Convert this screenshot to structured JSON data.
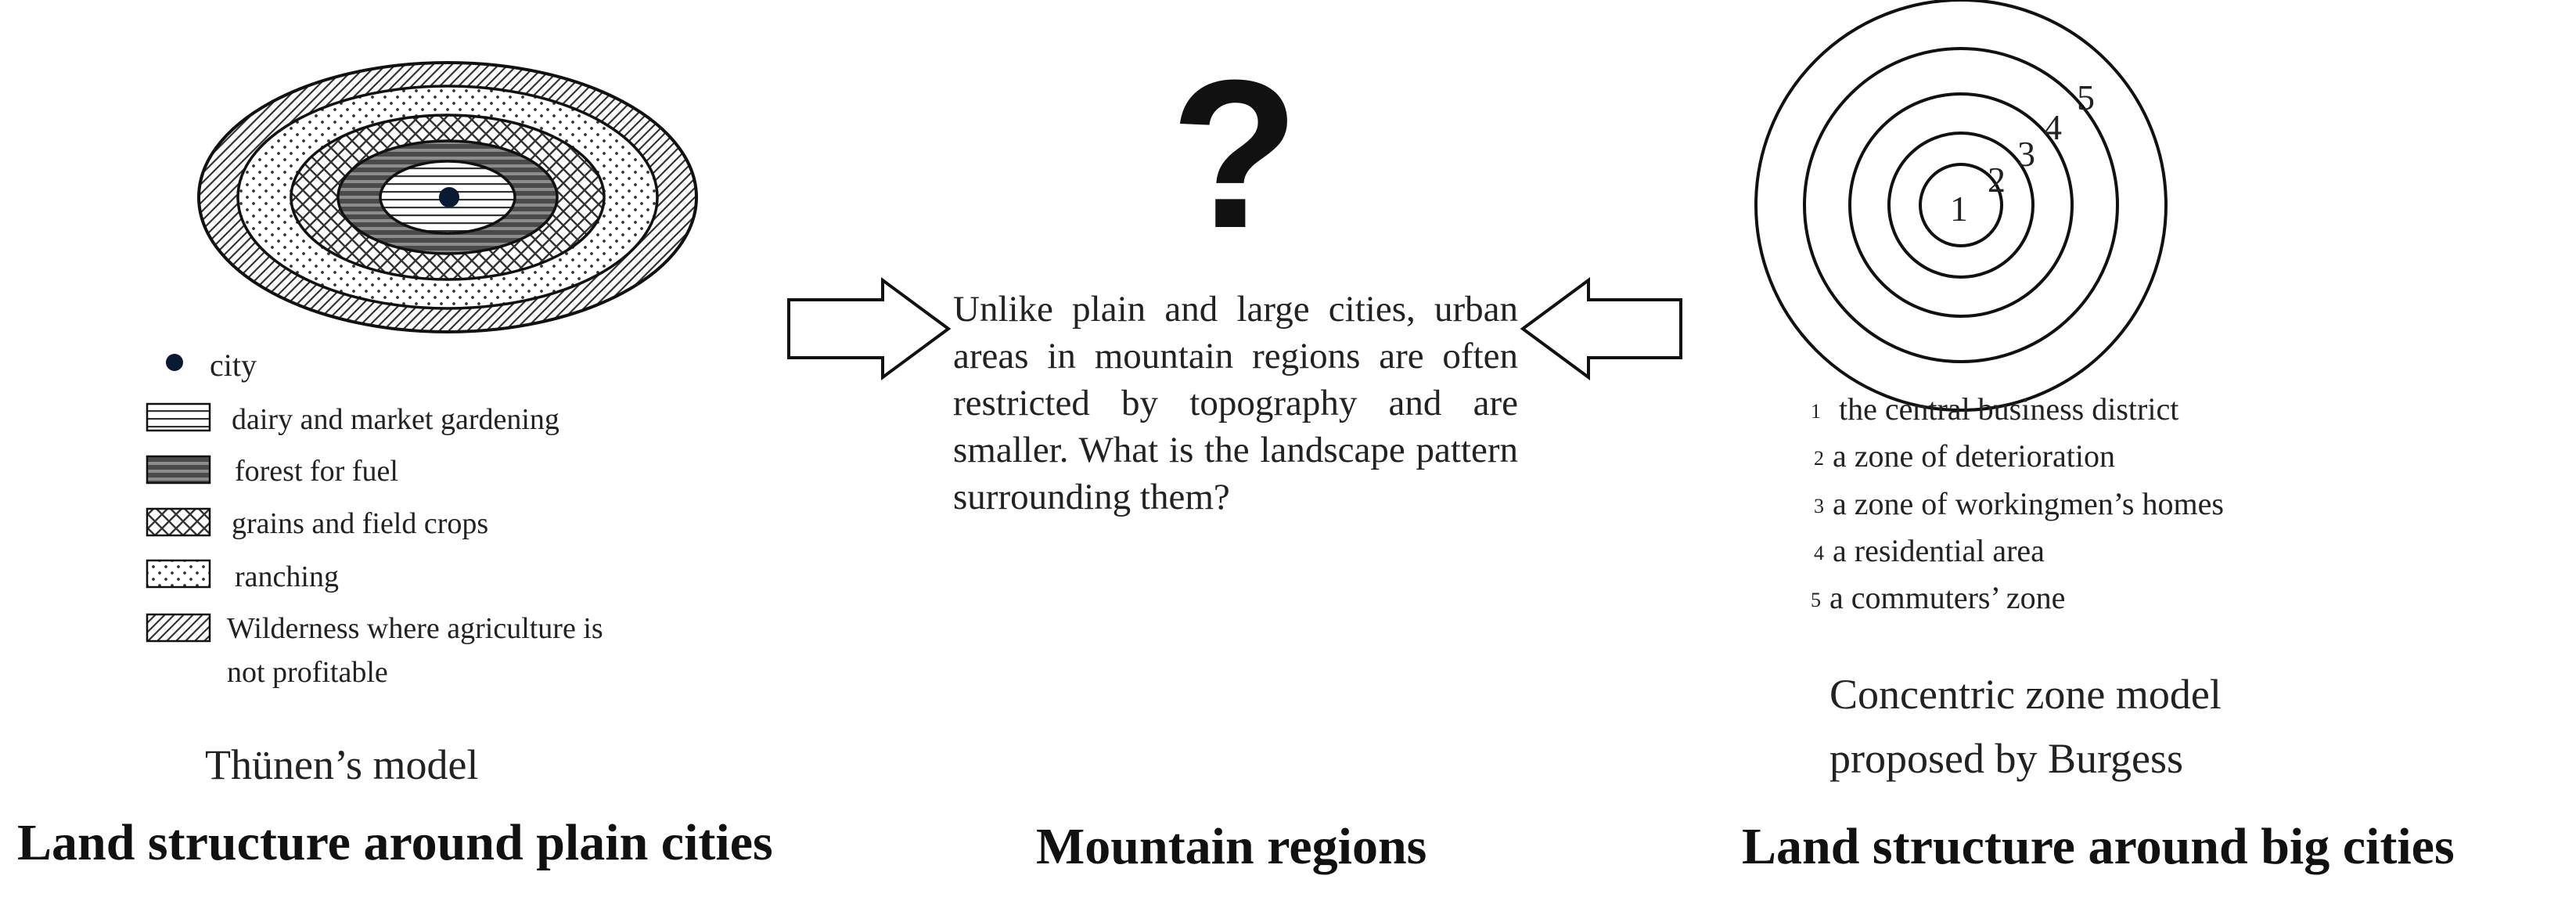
{
  "left_panel": {
    "legend": [
      {
        "key": "city",
        "label": "city"
      },
      {
        "key": "dairy",
        "label": "dairy and market gardening"
      },
      {
        "key": "forest",
        "label": "forest for fuel"
      },
      {
        "key": "grains",
        "label": "grains and field crops"
      },
      {
        "key": "ranching",
        "label": "ranching"
      },
      {
        "key": "wilderness",
        "label_line1": "Wilderness where agriculture is",
        "label_line2": "not profitable"
      }
    ],
    "caption": "Thünen’s model",
    "heading": "Land structure around plain cities"
  },
  "middle_panel": {
    "question_mark": "?",
    "paragraph": "Unlike plain and large cities, urban areas in mountain regions are often restricted by topography and are smaller. What is the landscape pattern surrounding them?",
    "heading": "Mountain regions"
  },
  "right_panel": {
    "zone_labels": [
      "1",
      "2",
      "3",
      "4",
      "5"
    ],
    "legend": [
      {
        "num": "1",
        "label": "the central business district"
      },
      {
        "num": "2",
        "label": "a zone of deterioration"
      },
      {
        "num": "3",
        "label": "a zone of workingmen’s homes"
      },
      {
        "num": "4",
        "label": "a residential area"
      },
      {
        "num": "5",
        "label": "a commuters’ zone"
      }
    ],
    "caption_line1": "Concentric zone model",
    "caption_line2": "proposed by Burgess",
    "heading": "Land structure around big cities"
  },
  "colors": {
    "ink": "#111111",
    "background": "#ffffff"
  }
}
